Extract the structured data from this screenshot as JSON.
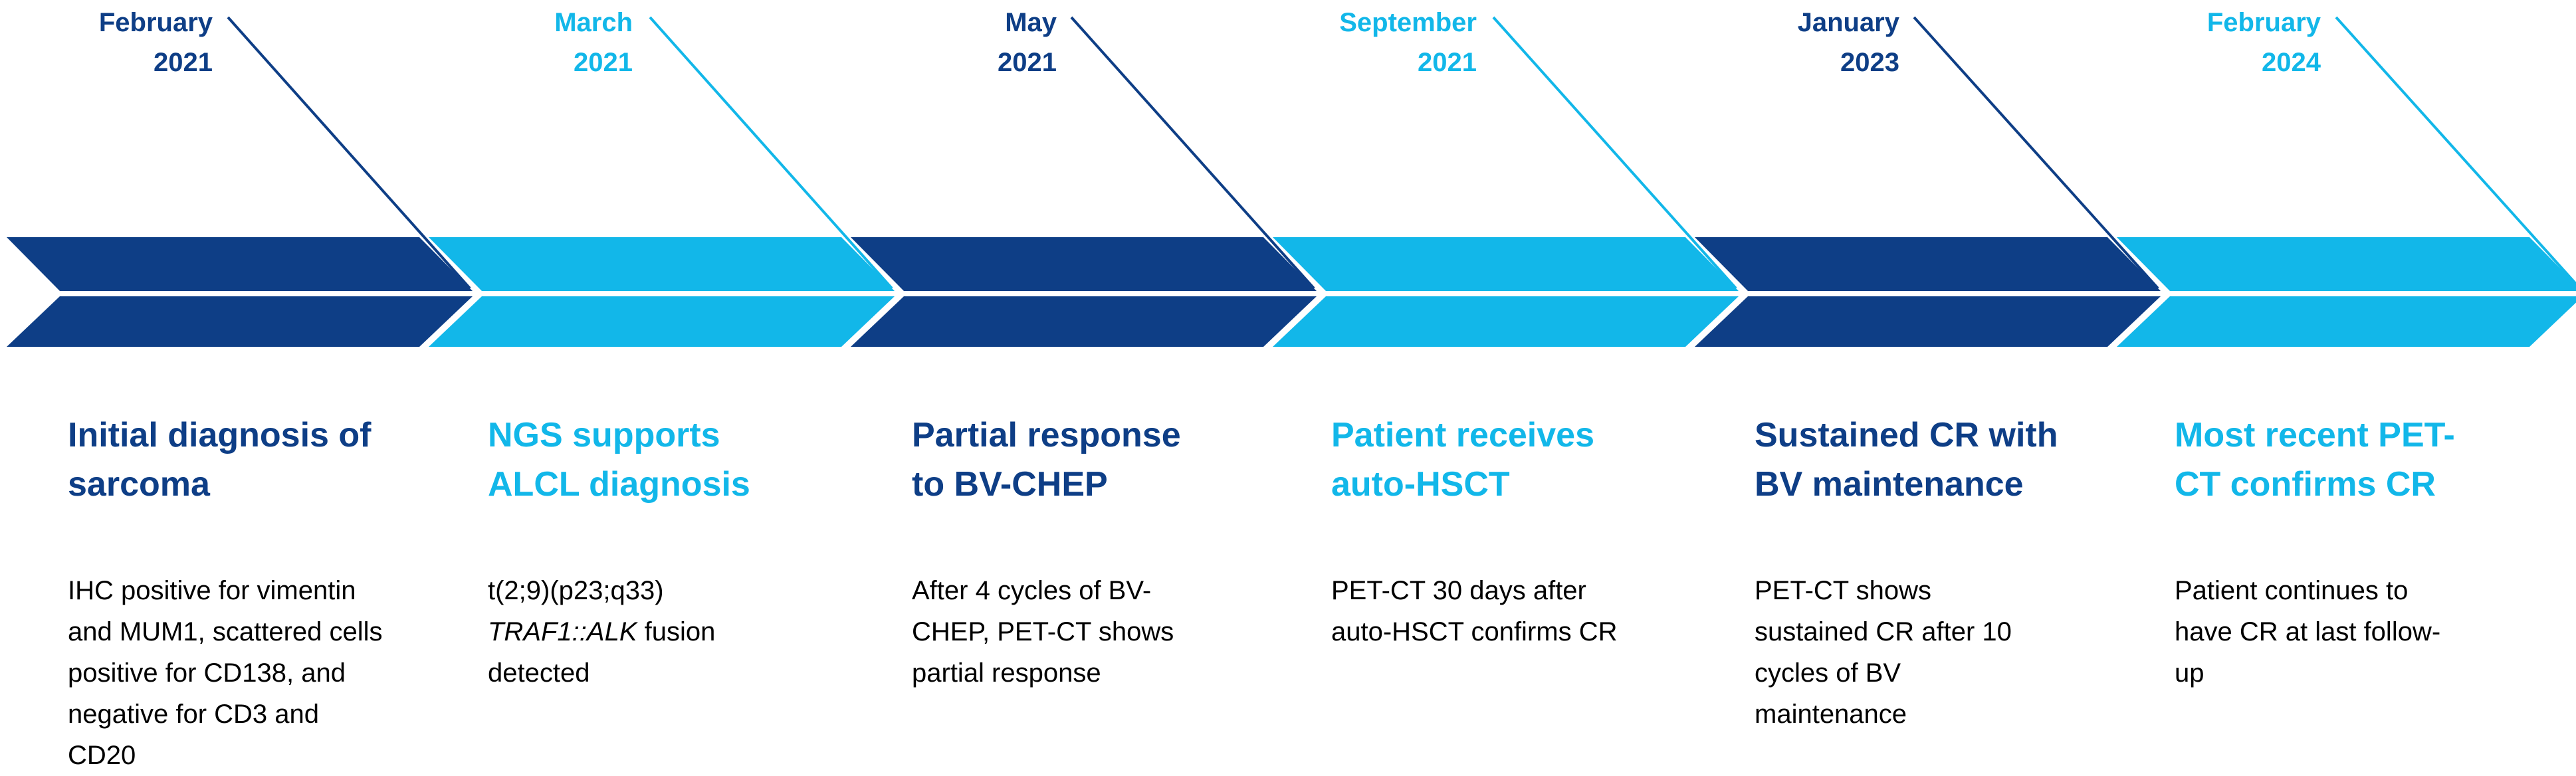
{
  "colors": {
    "dark_blue": "#0E3E86",
    "light_blue": "#12B7E9",
    "leader_dark": "#0E3E86",
    "leader_light": "#12B7E9",
    "text": "#000000"
  },
  "events": [
    {
      "date_month": "February",
      "date_year": "2021",
      "color": "dark",
      "heading_lines": [
        "Initial diagnosis of",
        "sarcoma"
      ],
      "desc_lines": [
        {
          "text": "IHC positive for vimentin",
          "italic": false
        },
        {
          "text": "and MUM1, scattered cells",
          "italic": false
        },
        {
          "text": "positive for CD138, and",
          "italic": false
        },
        {
          "text": "negative for CD3 and",
          "italic": false
        },
        {
          "text": "CD20",
          "italic": false
        }
      ]
    },
    {
      "date_month": "March",
      "date_year": "2021",
      "color": "light",
      "heading_lines": [
        "NGS supports",
        "ALCL diagnosis"
      ],
      "desc_lines": [
        {
          "text": "t(2;9)(p23;q33)",
          "italic": false
        },
        {
          "text": "TRAF1::ALK",
          "italic": true,
          "suffix": " fusion"
        },
        {
          "text": "detected",
          "italic": false
        }
      ]
    },
    {
      "date_month": "May",
      "date_year": "2021",
      "color": "dark",
      "heading_lines": [
        "Partial response",
        "to BV-CHEP"
      ],
      "desc_lines": [
        {
          "text": "After 4 cycles of BV-",
          "italic": false
        },
        {
          "text": "CHEP, PET-CT shows",
          "italic": false
        },
        {
          "text": "partial response",
          "italic": false
        }
      ]
    },
    {
      "date_month": "September",
      "date_year": "2021",
      "color": "light",
      "heading_lines": [
        "Patient receives",
        "auto-HSCT"
      ],
      "desc_lines": [
        {
          "text": "PET-CT 30 days after",
          "italic": false
        },
        {
          "text": "auto-HSCT confirms CR",
          "italic": false
        }
      ]
    },
    {
      "date_month": "January",
      "date_year": "2023",
      "color": "dark",
      "heading_lines": [
        "Sustained CR with",
        "BV maintenance"
      ],
      "desc_lines": [
        {
          "text": "PET-CT shows",
          "italic": false
        },
        {
          "text": "sustained CR after 10",
          "italic": false
        },
        {
          "text": "cycles of BV",
          "italic": false
        },
        {
          "text": "maintenance",
          "italic": false
        }
      ]
    },
    {
      "date_month": "February",
      "date_year": "2024",
      "color": "light",
      "heading_lines": [
        "Most recent PET-",
        "CT confirms CR"
      ],
      "desc_lines": [
        {
          "text": "Patient continues to",
          "italic": false
        },
        {
          "text": "have CR at last follow-",
          "italic": false
        },
        {
          "text": "up",
          "italic": false
        }
      ]
    }
  ]
}
